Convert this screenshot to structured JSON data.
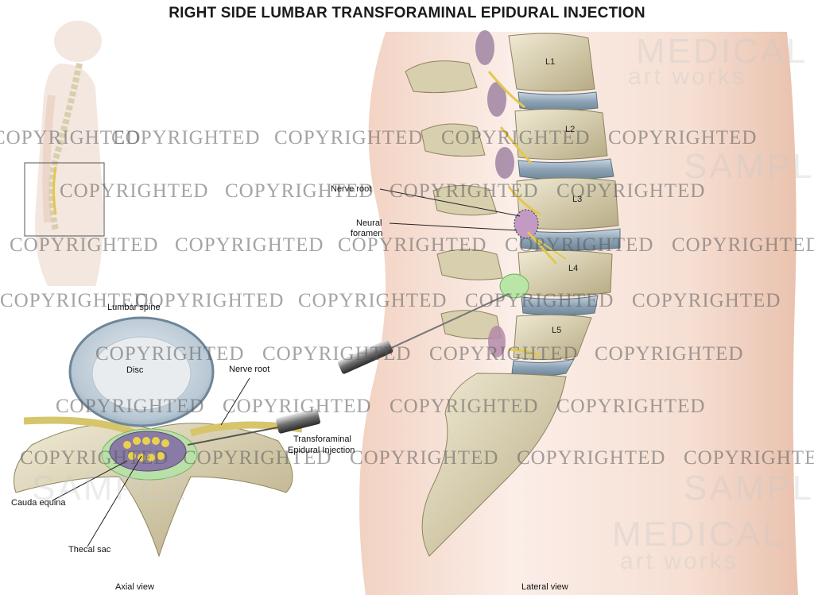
{
  "title": "RIGHT SIDE LUMBAR TRANSFORAMINAL EPIDURAL INJECTION",
  "labels": {
    "lumbar_spine": "Lumbar spine",
    "disc": "Disc",
    "nerve_root_axial": "Nerve root",
    "transforaminal": "Transforaminal",
    "epidural_injection": "Epidural Injection",
    "cauda_equina": "Cauda equina",
    "thecal_sac": "Thecal sac",
    "axial_view": "Axial view",
    "lateral_view": "Lateral view",
    "nerve_root_lateral": "Nerve root",
    "neural": "Neural",
    "foramen": "foramen"
  },
  "vertebrae": [
    "L1",
    "L2",
    "L3",
    "L4",
    "L5"
  ],
  "watermark": {
    "text": "COPYRIGHTED",
    "sample": "SAMPLE",
    "brand_1": "MEDICAL",
    "brand_2": "art works"
  },
  "colors": {
    "bone": "#e6e0c6",
    "bone_shadow": "#b8ad86",
    "disc": "#a9bccb",
    "skin": "#f3d9cc",
    "nerve": "#e2c84e",
    "thecal": "#8a7aa6",
    "fat": "#b9e0a8"
  }
}
